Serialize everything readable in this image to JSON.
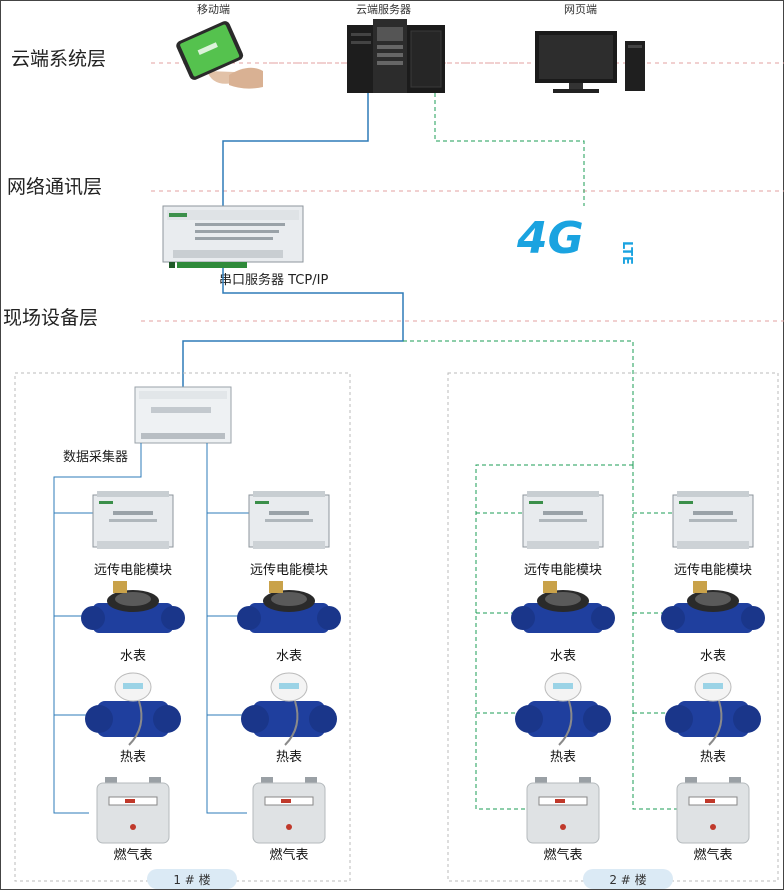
{
  "layers": {
    "cloud": "云端系统层",
    "network": "网络通讯层",
    "field": "现场设备层"
  },
  "top_devices": {
    "mobile": "移动端",
    "server": "云端服务器",
    "web": "网页端"
  },
  "network": {
    "serial_server": "串口服务器 TCP/IP",
    "badge_main": "4G",
    "badge_sub": "LTE"
  },
  "collector": {
    "label": "数据采集器"
  },
  "device_labels": {
    "energy_module": "远传电能模块",
    "water_meter": "水表",
    "heat_meter": "热表",
    "gas_meter": "燃气表"
  },
  "buildings": [
    {
      "label": "1 # 楼"
    },
    {
      "label": "2 # 楼"
    }
  ],
  "colors": {
    "wired_line": "#2e7bb8",
    "wireless_line": "#1b9e55",
    "dashed_divider": "#e3a0a0",
    "group_border": "#bbbbbb",
    "meter_blue": "#1f3f9e",
    "pill_bg": "#dbeaf5",
    "badge_blue": "#1aa3e0"
  }
}
